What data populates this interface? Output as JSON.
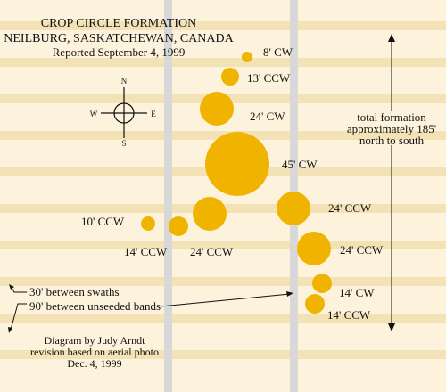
{
  "title": {
    "line1": "CROP CIRCLE FORMATION",
    "line2": "NEILBURG, SASKATCHEWAN, CANADA",
    "line3": "Reported September 4, 1999"
  },
  "compass": {
    "n": "N",
    "s": "S",
    "e": "E",
    "w": "W"
  },
  "circles": [
    {
      "id": "c8",
      "size_label": "8'  CW"
    },
    {
      "id": "c13",
      "size_label": "13'  CCW"
    },
    {
      "id": "c24a",
      "size_label": "24'  CW"
    },
    {
      "id": "c45",
      "size_label": "45'  CW"
    },
    {
      "id": "c24b",
      "size_label": "24'  CCW"
    },
    {
      "id": "c10",
      "size_label": "10'  CCW"
    },
    {
      "id": "c14a",
      "size_label": "14'  CCW"
    },
    {
      "id": "c24c",
      "size_label": "24'  CCW"
    },
    {
      "id": "c24d",
      "size_label": "24'  CCW"
    },
    {
      "id": "c14b",
      "size_label": "14'  CW"
    },
    {
      "id": "c14c",
      "size_label": "14'  CCW"
    }
  ],
  "total": {
    "line1": "total formation",
    "line2": "approximately 185'",
    "line3": "north to south"
  },
  "swaths": {
    "line1": "30' between swaths",
    "line2": "90' between unseeded bands"
  },
  "credit": {
    "line1": "Diagram by Judy Arndt",
    "line2": "revision based on aerial photo",
    "line3": "Dec. 4, 1999"
  },
  "colors": {
    "background": "#fdf3dc",
    "swath": "#f3e2b6",
    "band": "#d8d8d8",
    "circle": "#f0b400",
    "ink": "#111111"
  }
}
